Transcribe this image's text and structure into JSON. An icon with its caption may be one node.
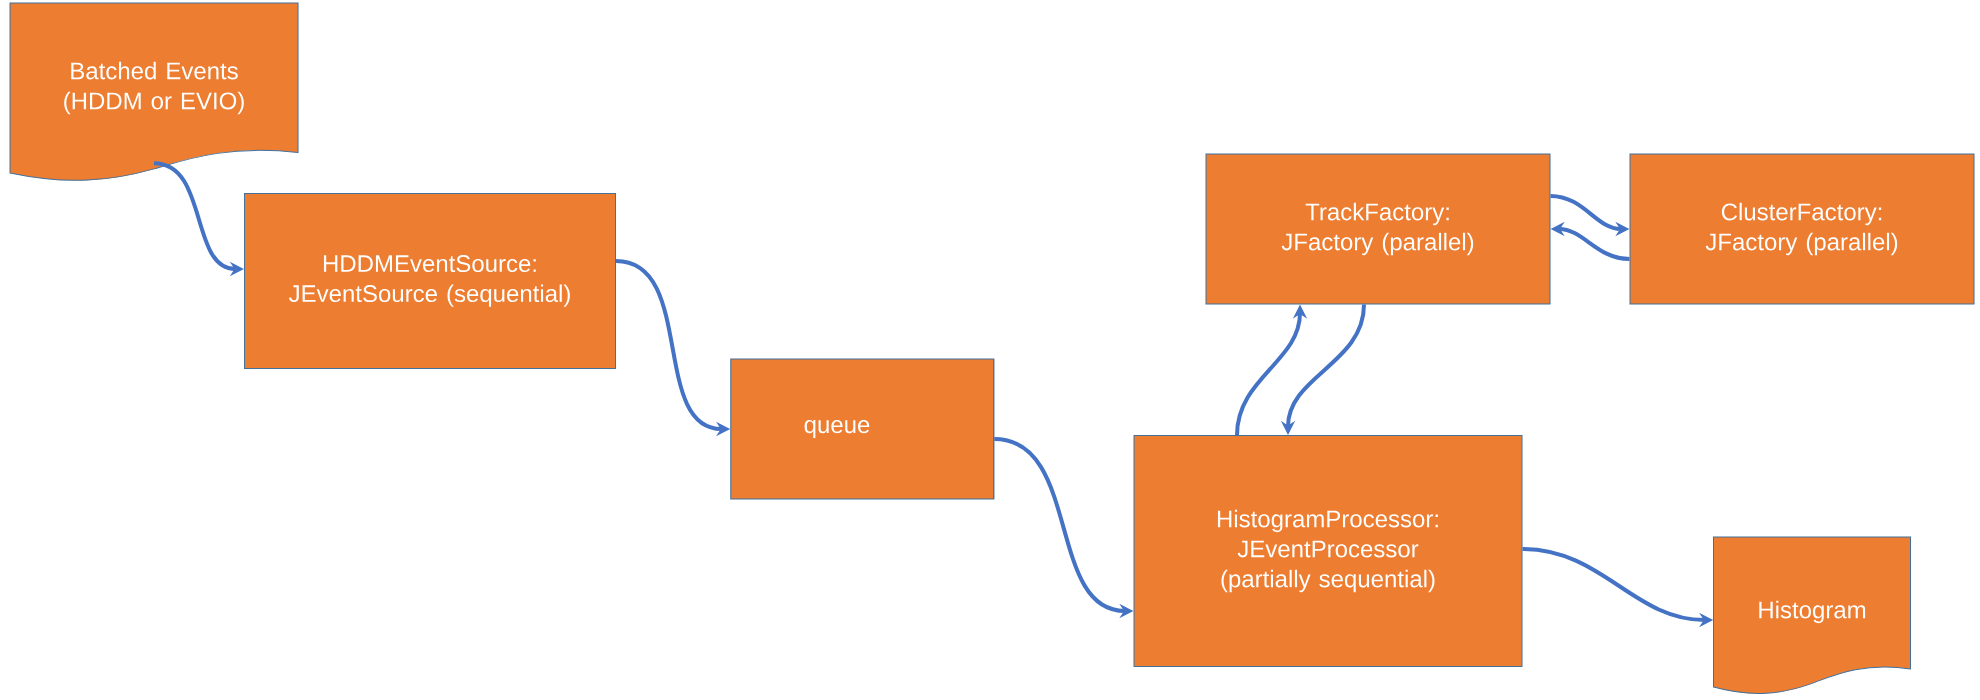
{
  "diagram": {
    "nodes": [
      {
        "text": [
          "Batched Events (HDDM or EVIO)"
        ]
      },
      {
        "text": [
          "HDDMEventSource: JEventSource (sequential)"
        ]
      },
      {
        "text": [
          "queue"
        ]
      },
      {
        "text": [
          "TrackFactory: JFactory (parallel)"
        ]
      },
      {
        "text": [
          "ClusterFactory: JFactory (parallel)"
        ]
      },
      {
        "text": [
          "HistogramProcessor: JEventProcessor (partially sequential)"
        ]
      },
      {
        "text": [
          "Histogram"
        ]
      }
    ],
    "edges": [
      {
        "from": 0,
        "to": 1,
        "arrow": "to"
      },
      {
        "from": 1,
        "to": 2,
        "arrow": "to"
      },
      {
        "from": 2,
        "to": 5,
        "arrow": "to"
      },
      {
        "from": 5,
        "to": 3,
        "arrow": "to"
      },
      {
        "from": 3,
        "to": 5,
        "arrow": "to"
      },
      {
        "from": 3,
        "to": 4,
        "arrow": "to"
      },
      {
        "from": 4,
        "to": 3,
        "arrow": "to"
      },
      {
        "from": 5,
        "to": 6,
        "arrow": "to"
      }
    ]
  }
}
